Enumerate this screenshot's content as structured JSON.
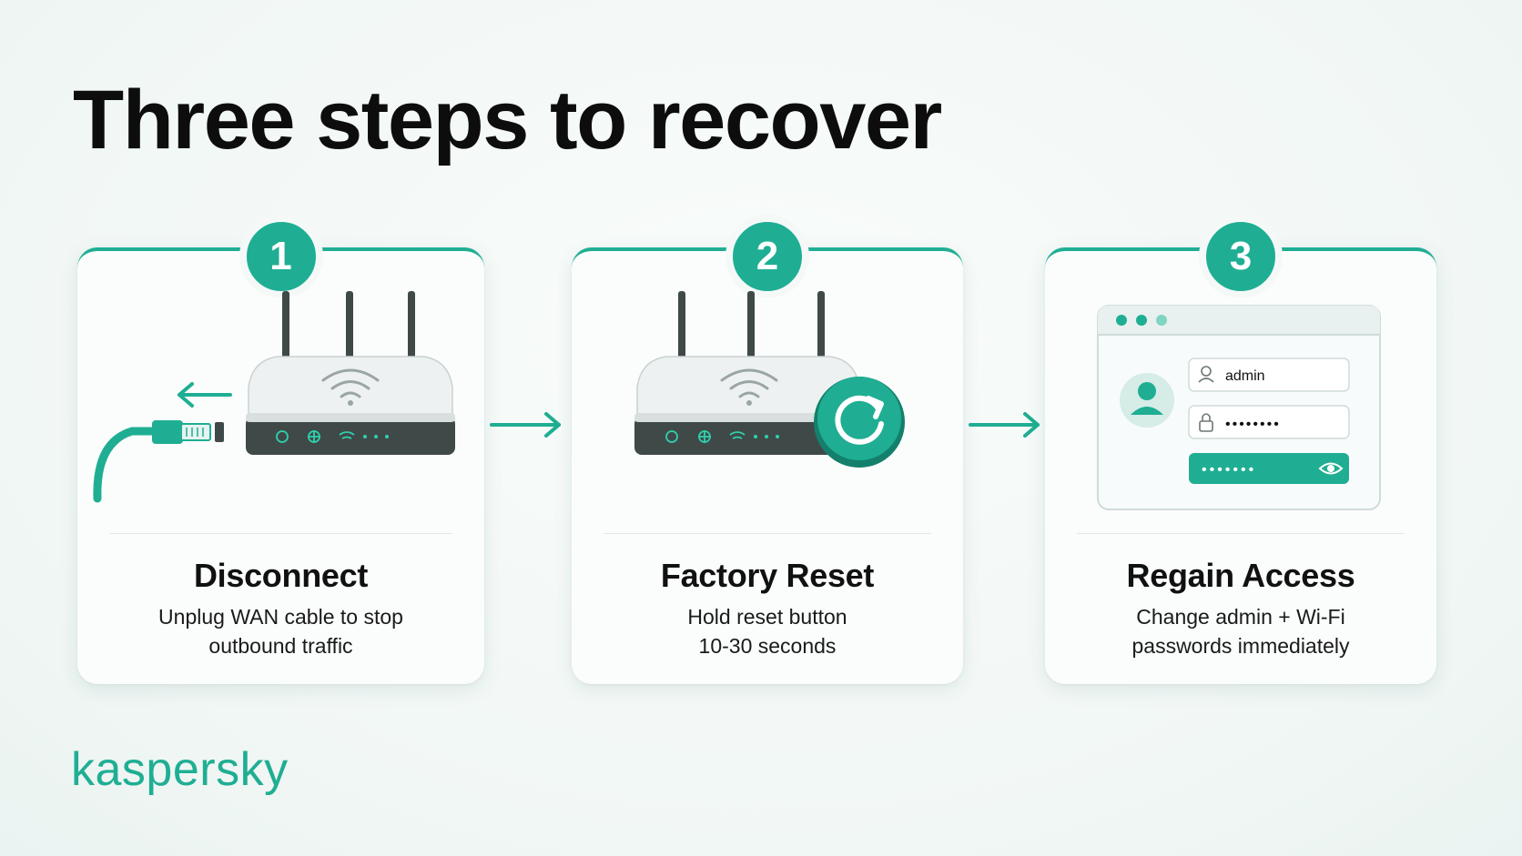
{
  "title": "Three steps to recover",
  "steps": [
    {
      "number": "1",
      "title": "Disconnect",
      "desc_line1": "Unplug WAN cable to stop",
      "desc_line2": "outbound traffic"
    },
    {
      "number": "2",
      "title": "Factory Reset",
      "desc_line1": "Hold reset button",
      "desc_line2": "10-30 seconds"
    },
    {
      "number": "3",
      "title": "Regain Access",
      "desc_line1": "Change admin + Wi-Fi",
      "desc_line2": "passwords immediately"
    }
  ],
  "login_mockup": {
    "username": "admin",
    "password_mask": "••••••••",
    "button_mask": "•••••••"
  },
  "brand": "kaspersky",
  "colors": {
    "accent": "#1fae93",
    "accent_dark": "#14806c",
    "router_dark": "#3f4a48",
    "text": "#111111"
  }
}
